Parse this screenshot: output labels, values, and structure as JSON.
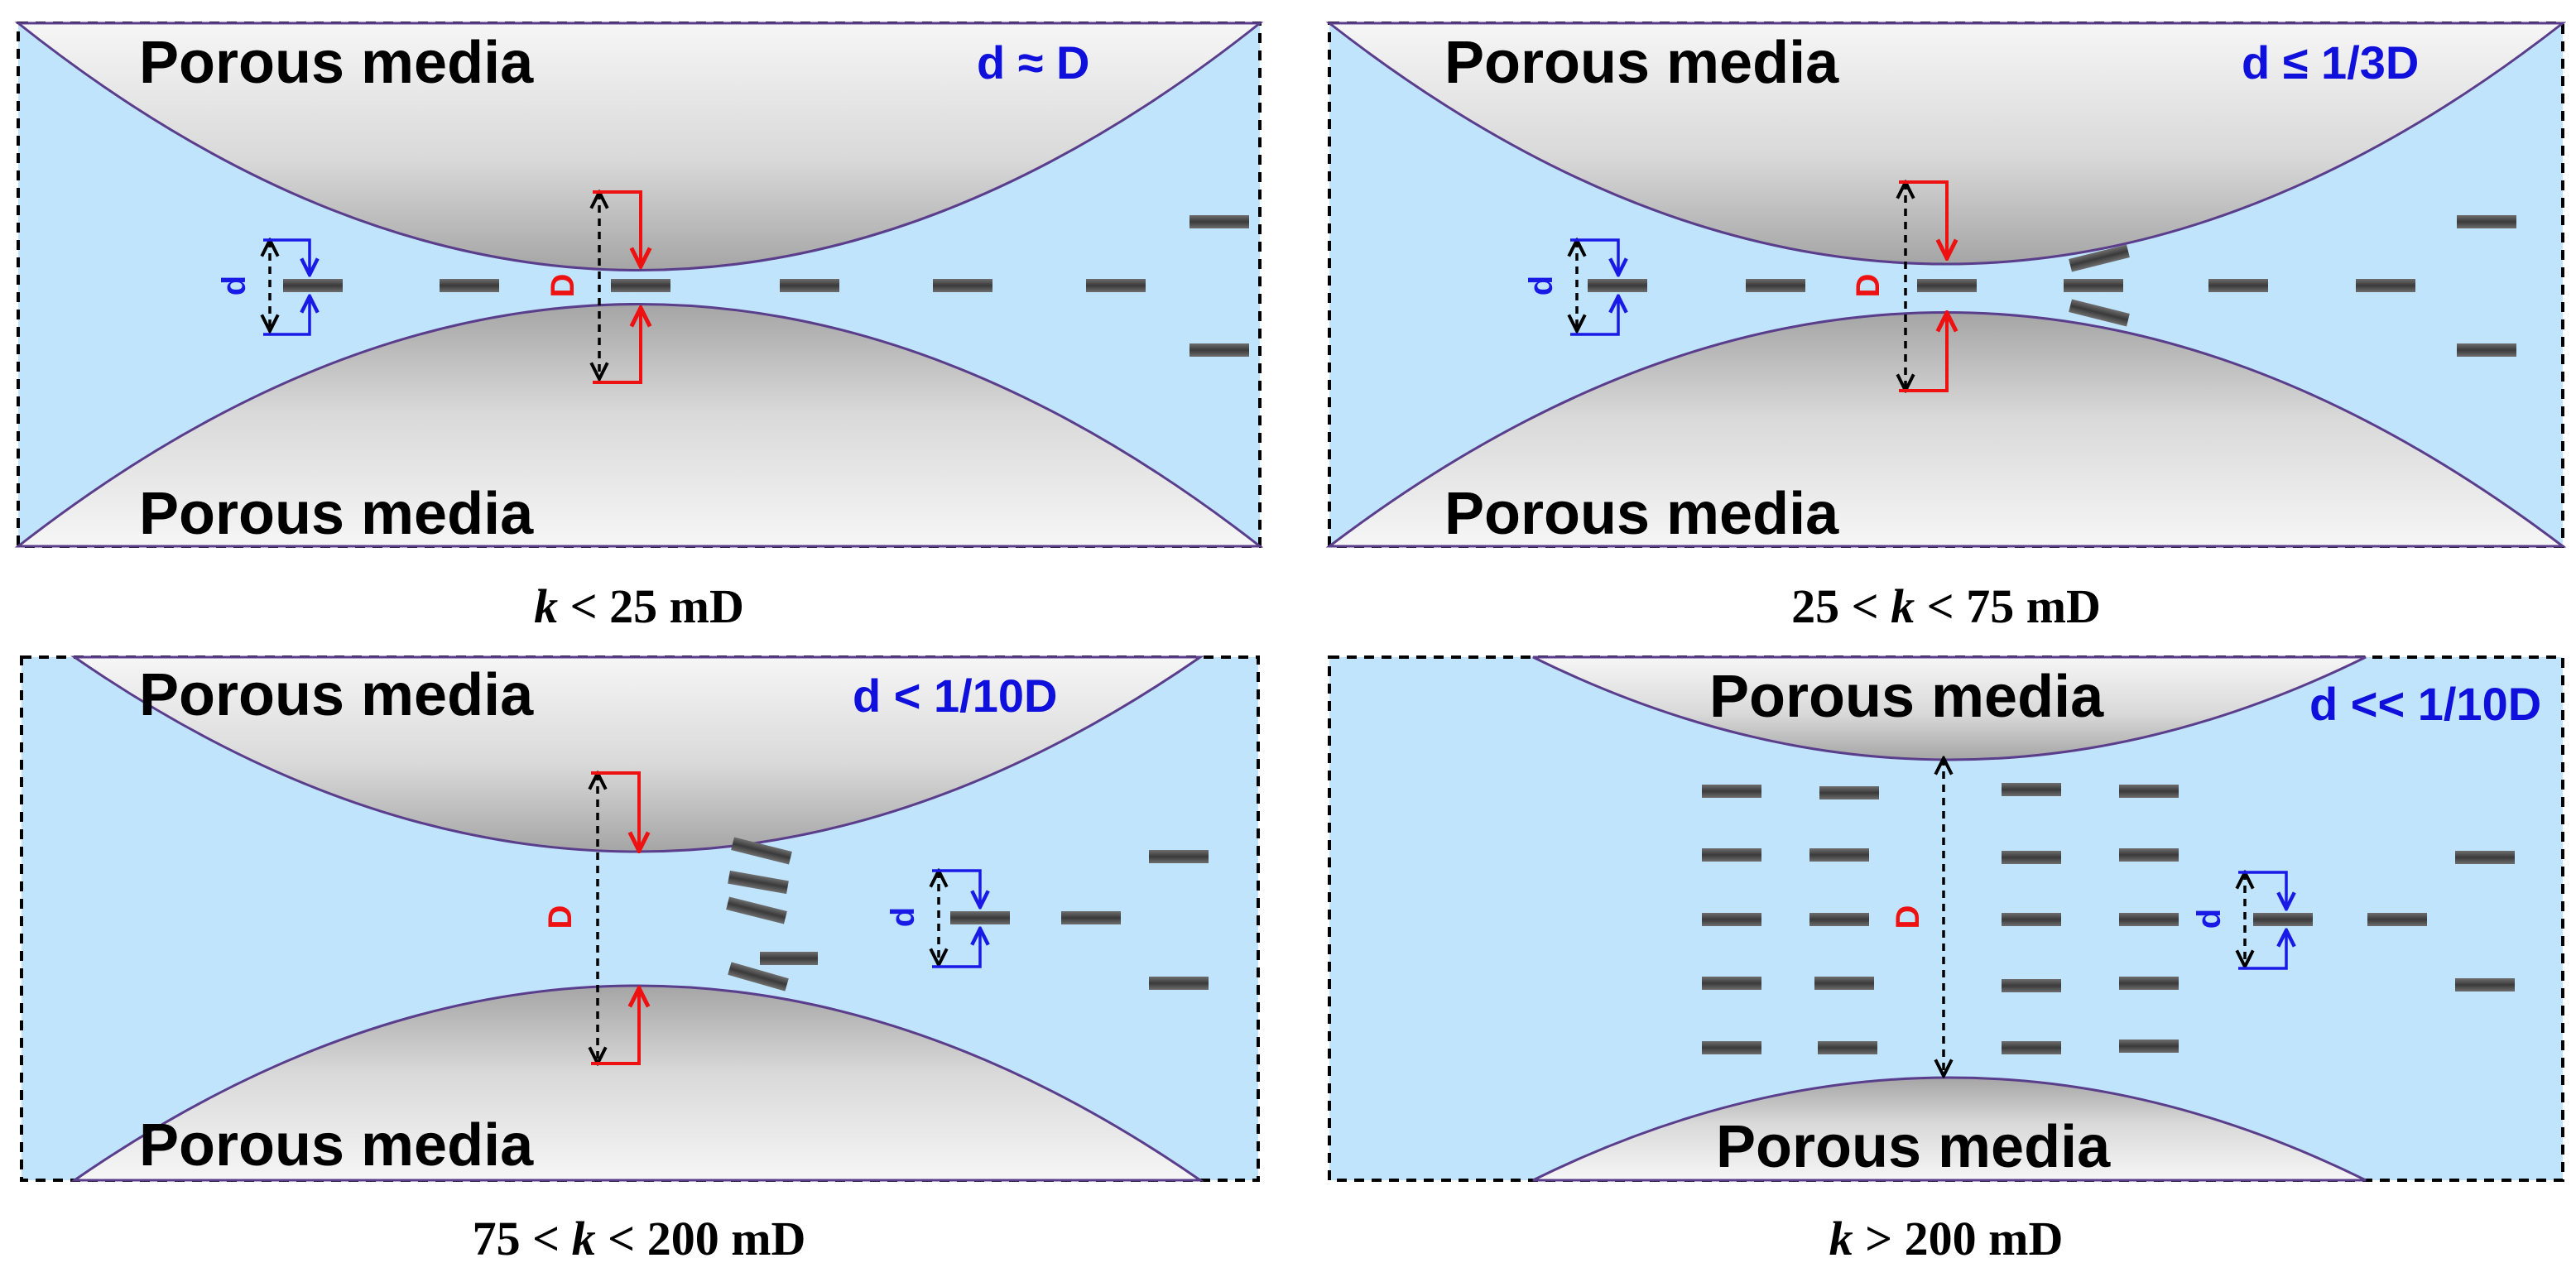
{
  "panels": [
    {
      "id": "a",
      "top_label": "Porous media",
      "bottom_label": "Porous media",
      "ratio": "d ≈ D",
      "letter_D": "D",
      "letter_d": "d",
      "caption_pre": "",
      "caption_k": "k",
      "caption_post": " < 25 mD"
    },
    {
      "id": "b",
      "top_label": "Porous media",
      "bottom_label": "Porous media",
      "ratio": "d ≤ 1/3D",
      "letter_D": "D",
      "letter_d": "d",
      "caption_pre": "25 < ",
      "caption_k": "k",
      "caption_post": " < 75 mD"
    },
    {
      "id": "c",
      "top_label": "Porous media",
      "bottom_label": "Porous media",
      "ratio": "d < 1/10D",
      "letter_D": "D",
      "letter_d": "d",
      "caption_pre": "75 < ",
      "caption_k": "k",
      "caption_post": " < 200 mD"
    },
    {
      "id": "d",
      "top_label": "Porous media",
      "bottom_label": "Porous media",
      "ratio": "d << 1/10D",
      "letter_D": "D",
      "letter_d": "d",
      "caption_pre": "",
      "caption_k": "k",
      "caption_post": " > 200 mD"
    }
  ],
  "colors": {
    "fluid": "#c0e4fb",
    "grain_edge": "#5a3e8c",
    "ratio_text": "#1010dd",
    "pore_dimension": "#ee1111",
    "particle_dimension": "#1a1ae6",
    "particle": "#4a4a4a"
  }
}
